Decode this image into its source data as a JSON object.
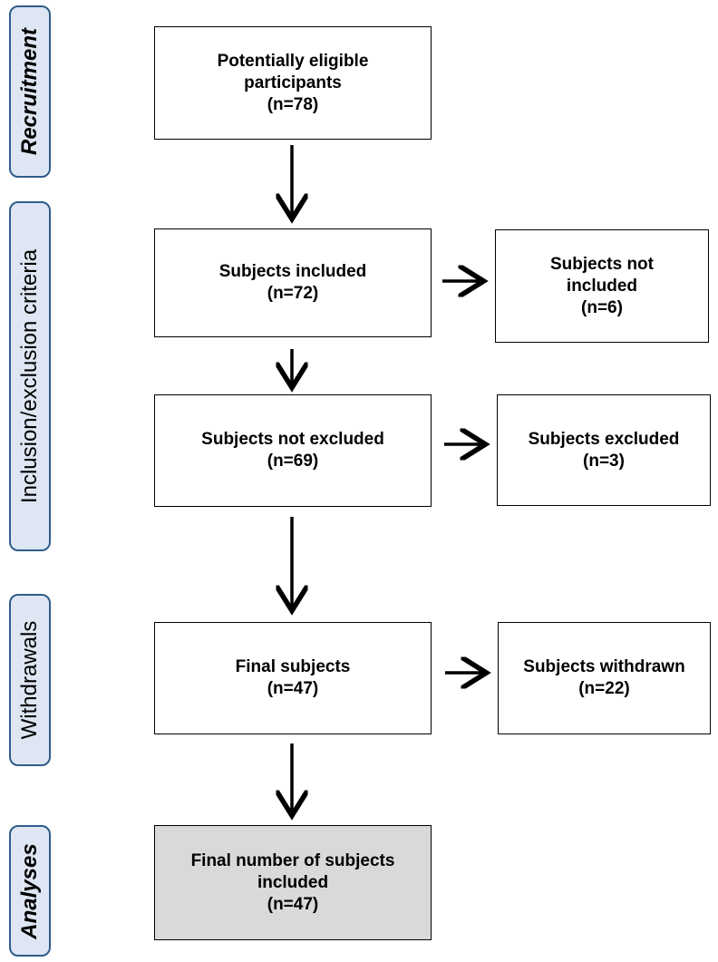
{
  "phases": {
    "recruitment": "Recruitment",
    "criteria": "Inclusion/exclusion criteria",
    "withdrawals": "Withdrawals",
    "analyses": "Analyses"
  },
  "boxes": {
    "eligible": {
      "line1": "Potentially eligible",
      "line2": "participants",
      "line3": "(n=78)"
    },
    "included": {
      "line1": "Subjects included",
      "line2": "(n=72)"
    },
    "not_included": {
      "line1": "Subjects not",
      "line2": "included",
      "line3": "(n=6)"
    },
    "not_excluded": {
      "line1": "Subjects not excluded",
      "line2": "(n=69)"
    },
    "excluded": {
      "line1": "Subjects excluded",
      "line2": "(n=3)"
    },
    "final": {
      "line1": "Final subjects",
      "line2": "(n=47)"
    },
    "withdrawn": {
      "line1": "Subjects withdrawn",
      "line2": "(n=22)"
    },
    "final_number": {
      "line1": "Final number of subjects",
      "line2": "included",
      "line3": "(n=47)"
    }
  },
  "colors": {
    "phase_border": "#2f5d8a",
    "phase_fill": "#dde6f2",
    "final_box_fill": "#d9d9d9"
  }
}
